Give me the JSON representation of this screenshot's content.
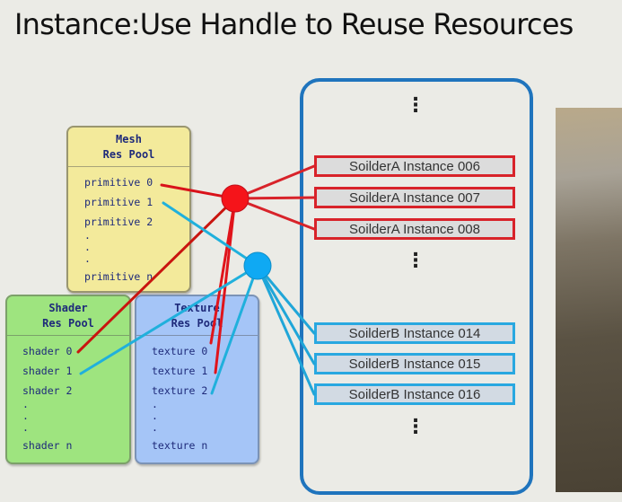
{
  "title": "Instance:Use Handle to Reuse Resources",
  "pools": {
    "mesh": {
      "header_line1": "Mesh",
      "header_line2": "Res Pool",
      "items": [
        "primitive 0",
        "primitive 1",
        "primitive 2",
        ".",
        ".",
        ".",
        "primitive n"
      ]
    },
    "shader": {
      "header_line1": "Shader",
      "header_line2": "Res Pool",
      "items": [
        "shader 0",
        "shader 1",
        "shader 2",
        ".",
        ".",
        ".",
        "shader n"
      ]
    },
    "texture": {
      "header_line1": "Texture",
      "header_line2": "Res Pool",
      "items": [
        "texture 0",
        "texture 1",
        "texture 2",
        ".",
        ".",
        ".",
        "texture n"
      ]
    }
  },
  "instances": {
    "ellipsis": "⋮",
    "soldier_a": [
      "SoilderA Instance 006",
      "SoilderA Instance 007",
      "SoilderA Instance 008"
    ],
    "soldier_b": [
      "SoilderB Instance 014",
      "SoilderB Instance 015",
      "SoilderB Instance 016"
    ]
  },
  "handles": {
    "a": {
      "color": "#e8151b",
      "links": [
        "primitive 0",
        "shader 0",
        "texture 0",
        "texture 1",
        "SoilderA Instance 006",
        "SoilderA Instance 007",
        "SoilderA Instance 008"
      ]
    },
    "b": {
      "color": "#12a6ee",
      "links": [
        "primitive 1",
        "shader 1",
        "texture 2",
        "SoilderB Instance 014",
        "SoilderB Instance 015",
        "SoilderB Instance 016"
      ]
    }
  }
}
